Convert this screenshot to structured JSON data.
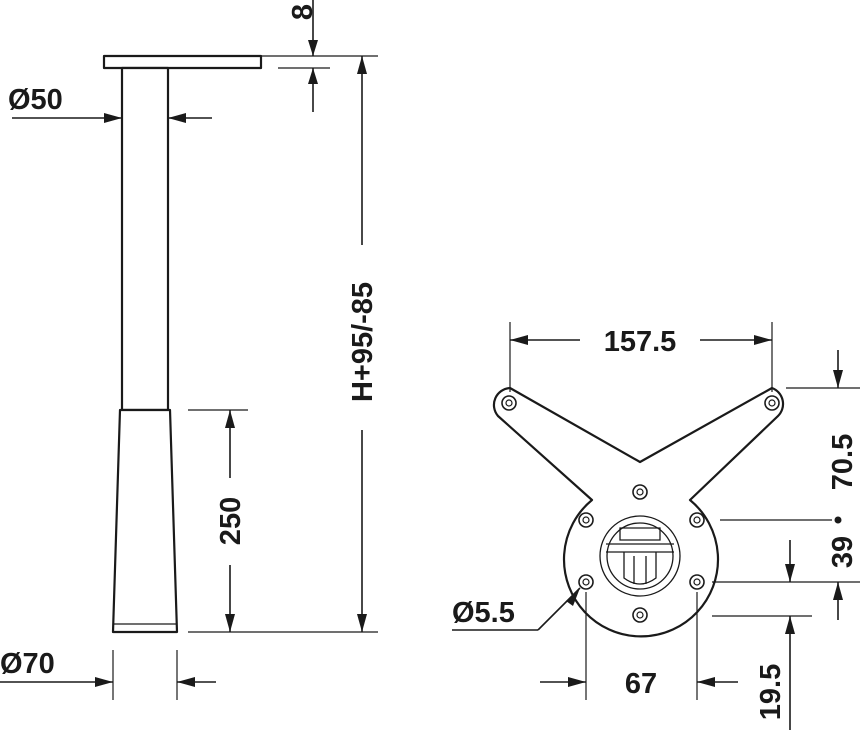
{
  "dimensions": {
    "plate_thickness": "8",
    "tube_diameter": "Ø50",
    "height": "H+95/-85",
    "lower_length": "250",
    "foot_diameter": "Ø70",
    "bracket_width": "157.5",
    "bracket_height": "70.5",
    "hole_offset_upper": "39",
    "hole_spacing": "67",
    "hole_offset_lower": "19.5",
    "hole_diameter": "Ø5.5"
  }
}
